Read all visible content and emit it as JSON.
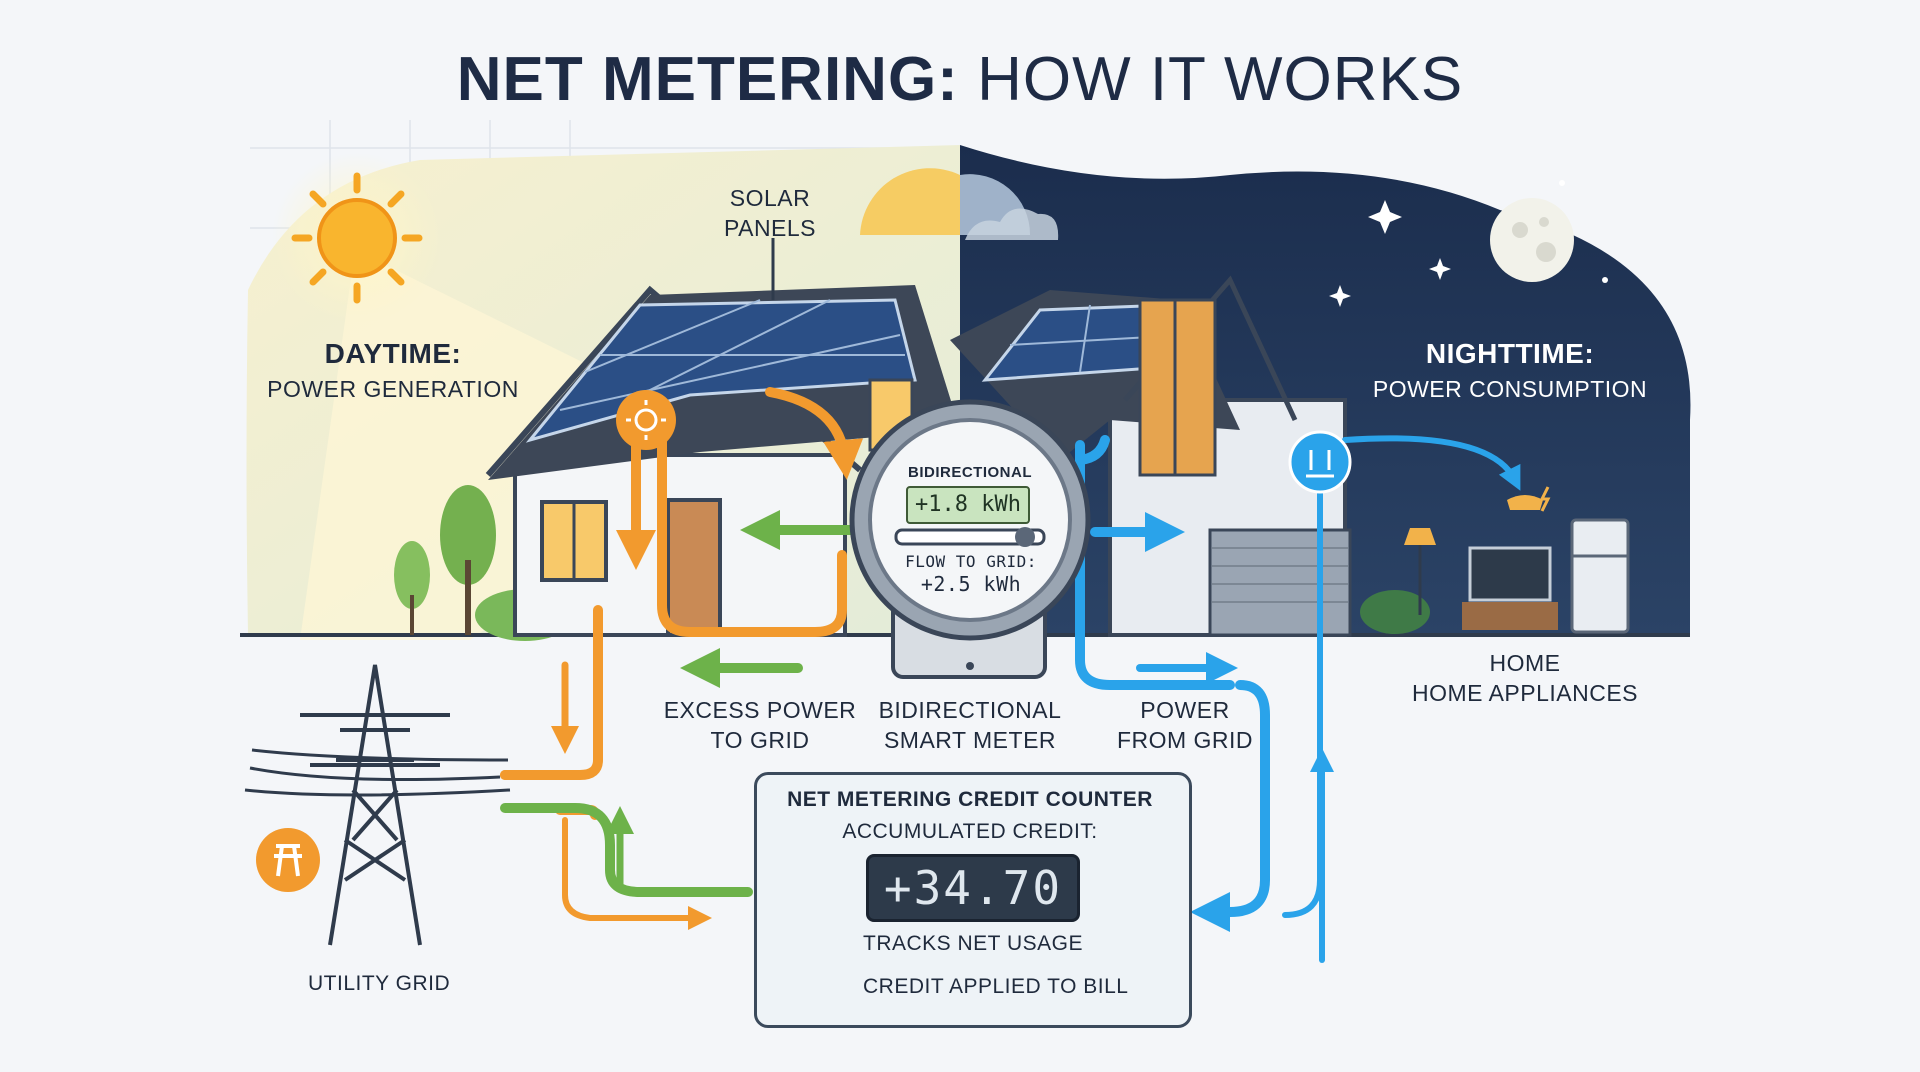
{
  "title": {
    "bold": "NET METERING:",
    "light": "HOW IT WORKS"
  },
  "labels": {
    "solar_panels_1": "SOLAR",
    "solar_panels_2": "PANELS",
    "daytime": "DAYTIME:",
    "daytime_sub": "POWER GENERATION",
    "nighttime": "NIGHTTIME:",
    "nighttime_sub": "POWER CONSUMPTION",
    "excess_1": "EXCESS POWER",
    "excess_2": "TO GRID",
    "meter_1": "BIDIRECTIONAL",
    "meter_2": "SMART METER",
    "from_grid_1": "POWER",
    "from_grid_2": "FROM GRID",
    "home_1": "HOME",
    "home_2": "HOME APPLIANCES",
    "utility_grid": "UTILITY GRID"
  },
  "meter": {
    "header": "BIDIRECTIONAL",
    "reading": "+1.8 kWh",
    "flow_label": "FLOW TO GRID:",
    "flow_value": "+2.5 kWh"
  },
  "counter": {
    "title": "NET METERING CREDIT COUNTER",
    "subtitle": "ACCUMULATED CREDIT:",
    "value": "+34.70",
    "tracks": "TRACKS NET USAGE",
    "credit": "CREDIT APPLIED TO BILL"
  },
  "colors": {
    "orange": "#f29a2e",
    "green": "#6db24a",
    "blue": "#2aa3ea",
    "night_sky": "#1f3354",
    "day_sky": "#e9eedc"
  }
}
